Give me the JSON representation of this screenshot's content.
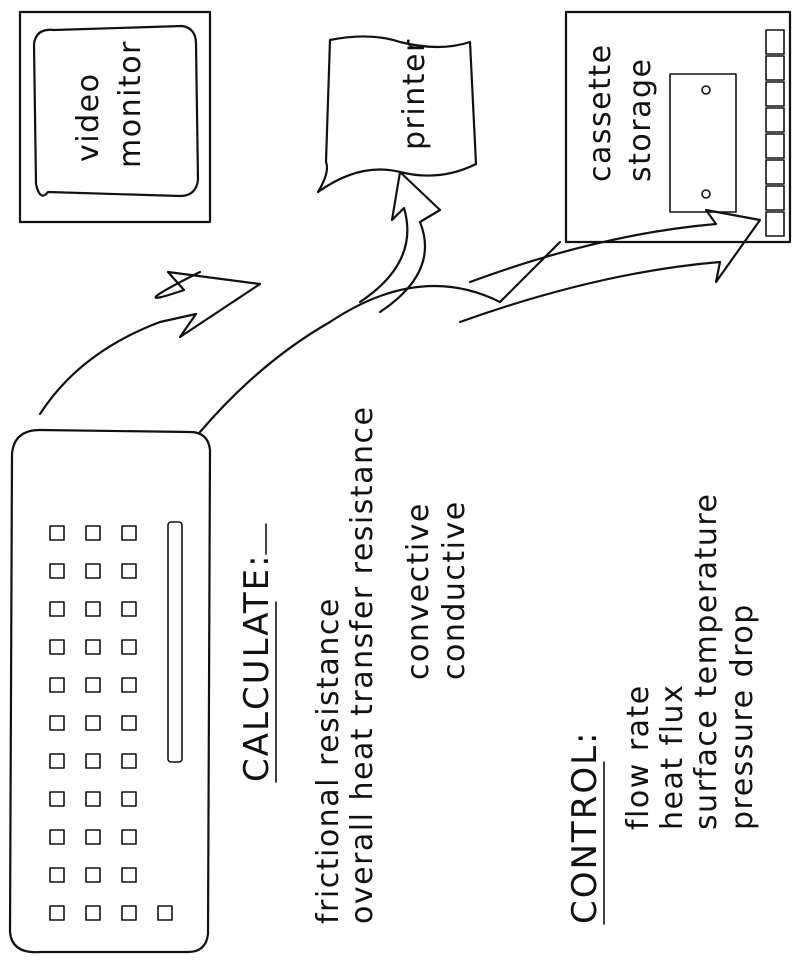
{
  "devices": {
    "monitor": {
      "label_line1": "video",
      "label_line2": "monitor",
      "icon": "monitor-icon"
    },
    "printer": {
      "label": "printer",
      "icon": "printer-icon"
    },
    "cassette": {
      "label_line1": "cassette",
      "label_line2": "storage",
      "icon": "cassette-icon"
    }
  },
  "keyboard": {
    "icon": "keyboard-icon"
  },
  "calculate": {
    "heading": "CALCULATE:",
    "items": [
      "frictional  resistance",
      "overall heat  transfer  resistance",
      "convective",
      "conductive"
    ]
  },
  "control": {
    "heading": "CONTROL:",
    "items": [
      "flow rate",
      "heat  flux",
      "surface  temperature",
      "pressure    drop"
    ]
  }
}
